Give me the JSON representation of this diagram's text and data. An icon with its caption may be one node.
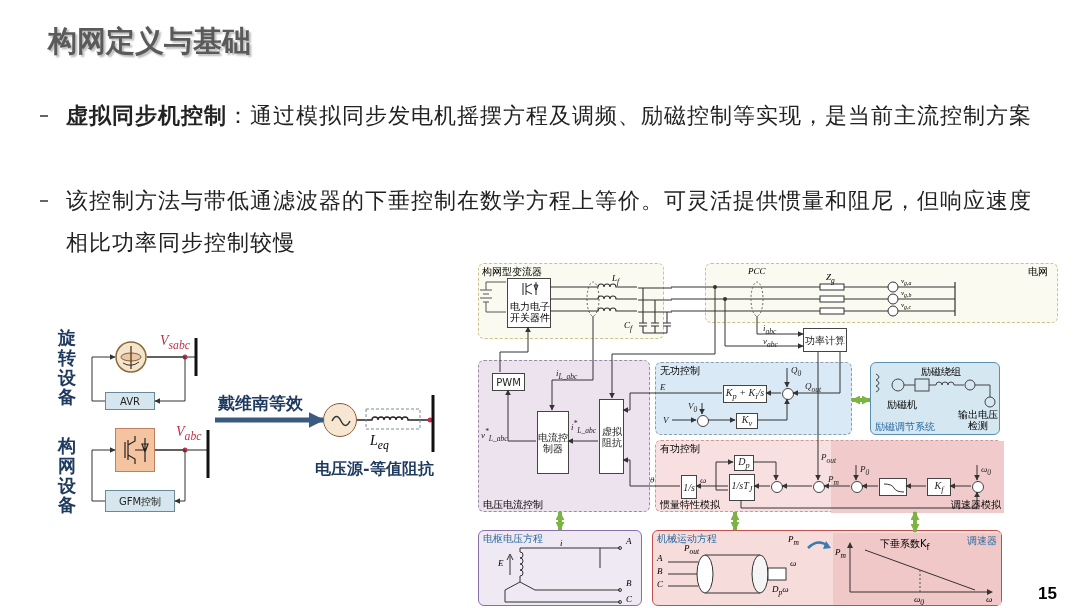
{
  "diagram": {
    "title": "构网定义与基础",
    "nodes": [
      {
        "text": [],
        "shape": "picture"
      },
      {
        "text": [
          "AVR"
        ]
      },
      {
        "text": [],
        "shape": "picture"
      },
      {
        "text": [
          "GFM控制"
        ]
      },
      {
        "text": [],
        "shape": "circle",
        "beside": [
          "电压源-等值阻抗"
        ]
      },
      {
        "text": [
          "构网型变流器"
        ]
      },
      {
        "text": [
          "电力电子开关器件"
        ],
        "in": 5
      },
      {
        "text": [
          "电网"
        ]
      },
      {
        "text": [
          "功率计算"
        ]
      },
      {
        "text": [
          "电压电流控制"
        ]
      },
      {
        "text": [
          "PWM"
        ],
        "in": 9
      },
      {
        "text": [
          "电流控制器"
        ],
        "in": 9
      },
      {
        "text": [
          "虚拟阻抗"
        ],
        "in": 9
      },
      {
        "text": [
          "无功控制"
        ]
      },
      {
        "text": [
          "K$_{p}$ + K$_{i}$/s"
        ],
        "in": 13
      },
      {
        "text": [
          "K$_{v}$"
        ],
        "in": 13
      },
      {
        "text": [],
        "shape": "circle",
        "in": 13
      },
      {
        "text": [],
        "shape": "circle",
        "in": 13
      },
      {
        "text": [
          "励磁调节系统",
          "励磁绕组",
          "励磁机",
          "输出电压检测"
        ]
      },
      {
        "text": [
          "有功控制",
          "惯量特性模拟"
        ]
      },
      {
        "text": [
          "调速器模拟"
        ],
        "in": 19
      },
      {
        "text": [
          "D$_{p}$"
        ],
        "in": 19
      },
      {
        "text": [
          "1/sT$_{J}$"
        ],
        "in": 19
      },
      {
        "text": [
          "1/s"
        ],
        "in": 19
      },
      {
        "text": [],
        "shape": "circle",
        "in": 19
      },
      {
        "text": [],
        "shape": "circle",
        "in": 19
      },
      {
        "text": [],
        "shape": "circle",
        "in": 20
      },
      {
        "text": [],
        "shape": "box",
        "in": 20
      },
      {
        "text": [
          "K$_{f}$"
        ],
        "in": 20
      },
      {
        "text": [],
        "shape": "circle",
        "in": 20
      },
      {
        "text": [
          "电枢电压方程"
        ]
      },
      {
        "text": [
          "机械运动方程"
        ]
      },
      {
        "text": [
          "调速器"
        ],
        "in": 31
      },
      {
        "text": [],
        "shape": "picture",
        "in": 5,
        "beside": [
          "C$_{f}$"
        ]
      }
    ],
    "edges": [
      {
        "from": 0,
        "to": 1,
        "arrow": "to"
      },
      {
        "from": 1,
        "to": 0,
        "arrow": "to"
      },
      {
        "from": 2,
        "to": 3,
        "arrow": "to"
      },
      {
        "from": 3,
        "to": 2,
        "arrow": "to"
      },
      {
        "from": null,
        "to": 4,
        "arrow": "to",
        "label": "戴维南等效",
        "style": "thick",
        "color": "#3a5a80"
      },
      {
        "from": 10,
        "to": 6,
        "arrow": "to"
      },
      {
        "from": 11,
        "to": 10,
        "arrow": "to",
        "label": "v$^{*}$$_{L_abc}$"
      },
      {
        "from": 12,
        "to": 11,
        "arrow": "to",
        "label": "i$^{*}$$_{L_abc}$"
      },
      {
        "from": 5,
        "to": 11,
        "arrow": "to",
        "label": "i$_{L_abc}$"
      },
      {
        "from": 7,
        "to": 8,
        "arrow": "to",
        "label": "i$_{abc}$"
      },
      {
        "from": 7,
        "to": 8,
        "arrow": "to",
        "label": "v$_{abc}$"
      },
      {
        "from": 7,
        "to": 12,
        "arrow": "to"
      },
      {
        "from": 8,
        "to": 16,
        "arrow": "to",
        "label": "Q$_{out}$"
      },
      {
        "from": 8,
        "to": 25,
        "arrow": "to",
        "label": "P$_{out}$"
      },
      {
        "from": 17,
        "to": 15,
        "arrow": "to"
      },
      {
        "from": 15,
        "to": 16,
        "arrow": "to"
      },
      {
        "from": 16,
        "to": 14,
        "arrow": "to"
      },
      {
        "from": 14,
        "to": 12,
        "arrow": "to",
        "label": "E"
      },
      {
        "from": null,
        "to": 16,
        "arrow": "to",
        "label": "Q$_{0}$"
      },
      {
        "from": null,
        "to": 17,
        "arrow": "to",
        "label": "V$_{0}$"
      },
      {
        "from": null,
        "to": 17,
        "arrow": "to",
        "label": "V"
      },
      {
        "from": 26,
        "to": 25,
        "arrow": "to",
        "label": "P$_{m}$"
      },
      {
        "from": 25,
        "to": 24,
        "arrow": "to"
      },
      {
        "from": 24,
        "to": 22,
        "arrow": "to"
      },
      {
        "from": 22,
        "to": 23,
        "arrow": "to",
        "label": "ω"
      },
      {
        "from": 23,
        "to": 12,
        "arrow": "to",
        "label": "θ"
      },
      {
        "from": 22,
        "to": 21,
        "arrow": "to"
      },
      {
        "from": 21,
        "to": 24,
        "arrow": "to"
      },
      {
        "from": 22,
        "to": 29,
        "arrow": "to"
      },
      {
        "from": 29,
        "to": 28,
        "arrow": "to"
      },
      {
        "from": 28,
        "to": 27,
        "arrow": "to"
      },
      {
        "from": 27,
        "to": 26,
        "arrow": "to"
      },
      {
        "from": null,
        "to": 26,
        "arrow": "to",
        "label": "P$_{0}$"
      },
      {
        "from": null,
        "to": 29,
        "arrow": "to",
        "label": "ω$_{0}$"
      },
      {
        "from": 13,
        "to": 18,
        "arrow": "both",
        "style": "thick",
        "color": "#7cb342"
      },
      {
        "from": 9,
        "to": 30,
        "arrow": "both",
        "style": "thick",
        "color": "#7cb342"
      },
      {
        "from": 19,
        "to": 31,
        "arrow": "both",
        "style": "thick",
        "color": "#7cb342"
      },
      {
        "from": 20,
        "to": 32,
        "arrow": "both",
        "style": "thick",
        "color": "#7cb342"
      },
      {
        "from": 6,
        "to": 33,
        "arrow": "none"
      },
      {
        "from": 33,
        "to": 7,
        "arrow": "none"
      }
    ],
    "labels": [
      "**虚拟同步机控制**：通过模拟同步发电机摇摆方程及调频、励磁控制等实现，是当前主流控制方案",
      "该控制方法与带低通滤波器的下垂控制在数学方程上等价。可灵活提供惯量和阻尼，但响应速度相比功率同步控制较慢",
      "旋转设备",
      "V$_{sabc}$",
      "构网设备",
      "V$_{abc}$",
      "L$_{eq}$",
      "L$_{f}$",
      "PCC",
      "Z$_{g}$",
      "v$_{g,a}$",
      "v$_{g,b}$",
      "v$_{g,c}$",
      "A",
      "i",
      "E",
      "B",
      "C",
      "P$_{out}$",
      "P$_{m}$",
      "ω",
      "A",
      "B",
      "C",
      "D$_{p}$ω",
      "P$_{m}$",
      "下垂系数K$_{f}$",
      "ω$_{0}$",
      "ω",
      "15"
    ]
  }
}
